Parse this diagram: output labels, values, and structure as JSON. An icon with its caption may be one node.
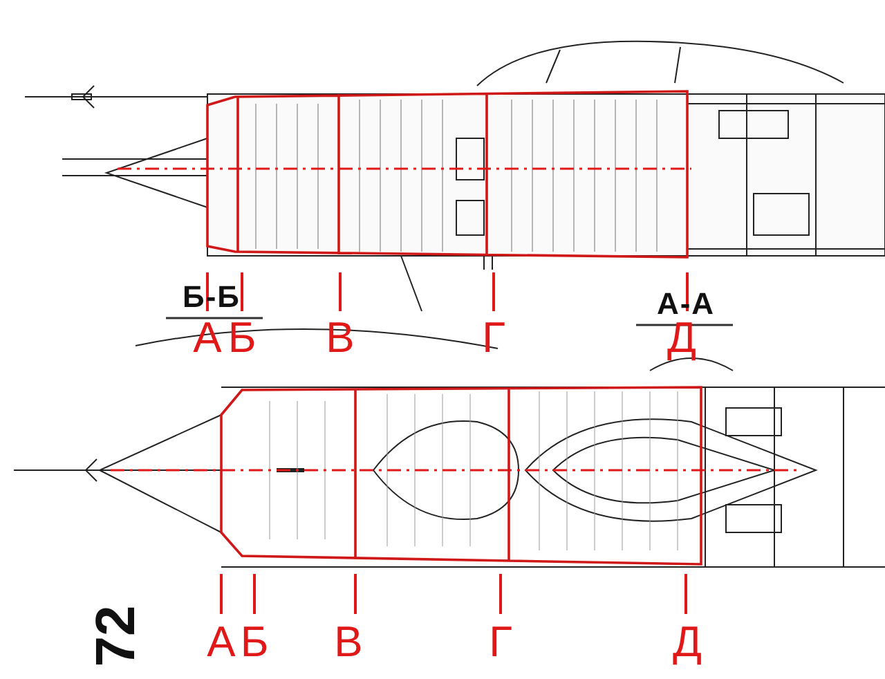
{
  "diagram": {
    "labels": [
      "Б-Б",
      "А-А",
      "А",
      "Б",
      "В",
      "Г",
      "Д",
      "А",
      "Б",
      "В",
      "Г",
      "Д",
      "72"
    ]
  }
}
